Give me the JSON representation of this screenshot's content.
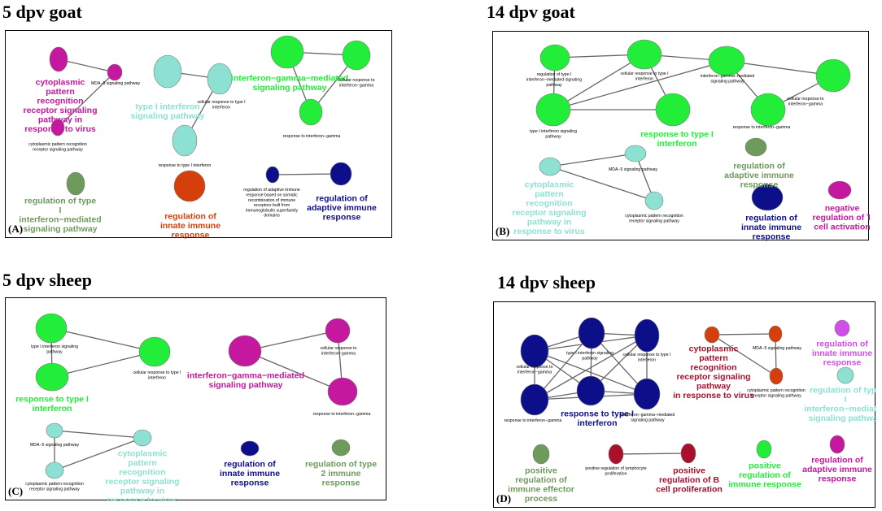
{
  "headings": {
    "a": "5 dpv goat",
    "b": "14 dpv goat",
    "c": "5 dpv sheep",
    "d": "14 dpv sheep"
  },
  "panels": {
    "a": {
      "tag": "(A)",
      "nodes": [
        {
          "id": "a1",
          "color": "#c4189e"
        },
        {
          "id": "a2",
          "color": "#c4189e"
        },
        {
          "id": "a3",
          "color": "#c4189e"
        },
        {
          "id": "a4",
          "color": "#8de1d2"
        },
        {
          "id": "a5",
          "color": "#8de1d2"
        },
        {
          "id": "a6",
          "color": "#8de1d2"
        },
        {
          "id": "a7",
          "color": "#22ee3a"
        },
        {
          "id": "a8",
          "color": "#22ee3a"
        },
        {
          "id": "a9",
          "color": "#22ee3a"
        },
        {
          "id": "a10",
          "color": "#6e9a5c"
        },
        {
          "id": "a11",
          "color": "#d43f0c"
        },
        {
          "id": "a12",
          "color": "#0d0f8a"
        },
        {
          "id": "a13",
          "color": "#0d0f8a"
        }
      ],
      "edges": [
        [
          "a1",
          "a2"
        ],
        [
          "a2",
          "a3"
        ],
        [
          "a4",
          "a5"
        ],
        [
          "a5",
          "a6"
        ],
        [
          "a7",
          "a8"
        ],
        [
          "a8",
          "a9"
        ],
        [
          "a7",
          "a9"
        ],
        [
          "a12",
          "a13"
        ]
      ],
      "labels": [
        {
          "text": "cytoplasmic\npattern\nrecognition\nreceptor signaling\npathway in\nresponse to virus",
          "color": "#c4189e",
          "big": true
        },
        {
          "text": "MDA−5 signaling pathway",
          "color": "#000",
          "big": false
        },
        {
          "text": "cytoplasmic pattern recognition\nreceptor signaling pathway",
          "color": "#000",
          "big": false
        },
        {
          "text": "type I interferon\nsignaling pathway",
          "color": "#8de1d2",
          "big": true
        },
        {
          "text": "cellular response to type I\ninterferon",
          "color": "#000",
          "big": false
        },
        {
          "text": "response to type I interferon",
          "color": "#000",
          "big": false
        },
        {
          "text": "interferon−gamma−mediated\nsignaling pathway",
          "color": "#22ee3a",
          "big": true
        },
        {
          "text": "cellular response to\ninterferon−gamma",
          "color": "#000",
          "big": false
        },
        {
          "text": "response to interferon−gamma",
          "color": "#000",
          "big": false
        },
        {
          "text": "regulation of type\nI\ninterferon−mediated\nsignaling pathway",
          "color": "#6e9a5c",
          "big": true
        },
        {
          "text": "regulation of\ninnate immune\nresponse",
          "color": "#d43f0c",
          "big": true
        },
        {
          "text": "regulation of adaptive immune\nresponse based on somatic\nrecombination of immune\nreceptors built from\nimmunoglobulin superfamily\ndomains",
          "color": "#000",
          "big": false
        },
        {
          "text": "regulation of\nadaptive immune\nresponse",
          "color": "#0d0f8a",
          "big": true
        }
      ]
    },
    "b": {
      "tag": "(B)",
      "nodes": [
        {
          "id": "b1",
          "color": "#22ee3a"
        },
        {
          "id": "b2",
          "color": "#22ee3a"
        },
        {
          "id": "b3",
          "color": "#22ee3a"
        },
        {
          "id": "b4",
          "color": "#22ee3a"
        },
        {
          "id": "b5",
          "color": "#22ee3a"
        },
        {
          "id": "b6",
          "color": "#22ee3a"
        },
        {
          "id": "b7",
          "color": "#22ee3a"
        },
        {
          "id": "b8",
          "color": "#8de1d2"
        },
        {
          "id": "b9",
          "color": "#8de1d2"
        },
        {
          "id": "b10",
          "color": "#8de1d2"
        },
        {
          "id": "b11",
          "color": "#6e9a5c"
        },
        {
          "id": "b12",
          "color": "#0d0f8a"
        },
        {
          "id": "b13",
          "color": "#c4189e"
        }
      ],
      "edges": [
        [
          "b1",
          "b2"
        ],
        [
          "b1",
          "b3"
        ],
        [
          "b2",
          "b3"
        ],
        [
          "b2",
          "b4"
        ],
        [
          "b2",
          "b5"
        ],
        [
          "b3",
          "b4"
        ],
        [
          "b3",
          "b5"
        ],
        [
          "b5",
          "b6"
        ],
        [
          "b5",
          "b7"
        ],
        [
          "b6",
          "b7"
        ],
        [
          "b8",
          "b9"
        ],
        [
          "b8",
          "b10"
        ],
        [
          "b9",
          "b10"
        ]
      ],
      "labels": [
        {
          "text": "regulation of type I\ninterferon−mediated signaling\npathway",
          "color": "#000",
          "big": false
        },
        {
          "text": "cellular response to type I\ninterferon",
          "color": "#000",
          "big": false
        },
        {
          "text": "type I interferon signaling\npathway",
          "color": "#000",
          "big": false
        },
        {
          "text": "response to type I\ninterferon",
          "color": "#22ee3a",
          "big": true
        },
        {
          "text": "interferon−gamma−mediated\nsignaling pathway",
          "color": "#000",
          "big": false
        },
        {
          "text": "cellular response to\ninterferon−gamma",
          "color": "#000",
          "big": false
        },
        {
          "text": "response to interferon−gamma",
          "color": "#000",
          "big": false
        },
        {
          "text": "cytoplasmic\npattern\nrecognition\nreceptor signaling\npathway in\nresponse to virus",
          "color": "#8de1d2",
          "big": true
        },
        {
          "text": "MDA−5 signaling pathway",
          "color": "#000",
          "big": false
        },
        {
          "text": "cytoplasmic pattern recognition\nreceptor signaling pathway",
          "color": "#000",
          "big": false
        },
        {
          "text": "regulation of\nadaptive immune\nresponse",
          "color": "#6e9a5c",
          "big": true
        },
        {
          "text": "regulation of\ninnate immune\nresponse",
          "color": "#0d0f8a",
          "big": true
        },
        {
          "text": "negative\nregulation of T\ncell activation",
          "color": "#c4189e",
          "big": true
        }
      ]
    },
    "c": {
      "tag": "(C)",
      "nodes": [
        {
          "id": "c1",
          "color": "#22ee3a"
        },
        {
          "id": "c2",
          "color": "#22ee3a"
        },
        {
          "id": "c3",
          "color": "#22ee3a"
        },
        {
          "id": "c4",
          "color": "#c4189e"
        },
        {
          "id": "c5",
          "color": "#c4189e"
        },
        {
          "id": "c6",
          "color": "#c4189e"
        },
        {
          "id": "c7",
          "color": "#8de1d2"
        },
        {
          "id": "c8",
          "color": "#8de1d2"
        },
        {
          "id": "c9",
          "color": "#8de1d2"
        },
        {
          "id": "c10",
          "color": "#0d0f8a"
        },
        {
          "id": "c11",
          "color": "#6e9a5c"
        }
      ],
      "edges": [
        [
          "c1",
          "c2"
        ],
        [
          "c1",
          "c3"
        ],
        [
          "c2",
          "c3"
        ],
        [
          "c4",
          "c5"
        ],
        [
          "c4",
          "c6"
        ],
        [
          "c5",
          "c6"
        ],
        [
          "c7",
          "c8"
        ],
        [
          "c8",
          "c9"
        ],
        [
          "c7",
          "c9"
        ]
      ],
      "labels": [
        {
          "text": "type I interferon signaling\npathway",
          "color": "#000",
          "big": false
        },
        {
          "text": "cellular response to type I\ninterferon",
          "color": "#000",
          "big": false
        },
        {
          "text": "response to type I\ninterferon",
          "color": "#22ee3a",
          "big": true
        },
        {
          "text": "interferon−gamma−mediated\nsignaling pathway",
          "color": "#c4189e",
          "big": true
        },
        {
          "text": "cellular response to\ninterferon−gamma",
          "color": "#000",
          "big": false
        },
        {
          "text": "response to interferon−gamma",
          "color": "#000",
          "big": false
        },
        {
          "text": "MDA−5 signaling pathway",
          "color": "#000",
          "big": false
        },
        {
          "text": "cytoplasmic\npattern\nrecognition\nreceptor signaling\npathway in\nresponse to virus",
          "color": "#8de1d2",
          "big": true
        },
        {
          "text": "cytoplasmic pattern recognition\nreceptor signaling pathway",
          "color": "#000",
          "big": false
        },
        {
          "text": "regulation of\ninnate immune\nresponse",
          "color": "#0d0f8a",
          "big": true
        },
        {
          "text": "regulation of type\n2 immune\nresponse",
          "color": "#6e9a5c",
          "big": true
        }
      ]
    },
    "d": {
      "tag": "(D)",
      "nodes": [
        {
          "id": "d1",
          "color": "#0d0f8a"
        },
        {
          "id": "d2",
          "color": "#0d0f8a"
        },
        {
          "id": "d3",
          "color": "#0d0f8a"
        },
        {
          "id": "d4",
          "color": "#0d0f8a"
        },
        {
          "id": "d5",
          "color": "#0d0f8a"
        },
        {
          "id": "d6",
          "color": "#0d0f8a"
        },
        {
          "id": "d7",
          "color": "#d43f0c"
        },
        {
          "id": "d8",
          "color": "#d43f0c"
        },
        {
          "id": "d9",
          "color": "#d43f0c"
        },
        {
          "id": "d10",
          "color": "#d24ee8"
        },
        {
          "id": "d11",
          "color": "#8de1d2"
        },
        {
          "id": "d12",
          "color": "#6e9a5c"
        },
        {
          "id": "d13",
          "color": "#a8102c"
        },
        {
          "id": "d14",
          "color": "#a8102c"
        },
        {
          "id": "d15",
          "color": "#22ee3a"
        },
        {
          "id": "d16",
          "color": "#c4189e"
        }
      ],
      "edges": [
        [
          "d1",
          "d2"
        ],
        [
          "d1",
          "d3"
        ],
        [
          "d1",
          "d4"
        ],
        [
          "d1",
          "d5"
        ],
        [
          "d1",
          "d6"
        ],
        [
          "d2",
          "d3"
        ],
        [
          "d2",
          "d4"
        ],
        [
          "d2",
          "d5"
        ],
        [
          "d2",
          "d6"
        ],
        [
          "d3",
          "d4"
        ],
        [
          "d3",
          "d5"
        ],
        [
          "d3",
          "d6"
        ],
        [
          "d4",
          "d5"
        ],
        [
          "d4",
          "d6"
        ],
        [
          "d5",
          "d6"
        ],
        [
          "d7",
          "d8"
        ],
        [
          "d7",
          "d9"
        ],
        [
          "d8",
          "d9"
        ],
        [
          "d13",
          "d14"
        ]
      ],
      "labels": [
        {
          "text": "cellular response to\ninterferon−gamma",
          "color": "#000",
          "big": false
        },
        {
          "text": "type I interferon signaling\npathway",
          "color": "#000",
          "big": false
        },
        {
          "text": "cellular response to type I\ninterferon",
          "color": "#000",
          "big": false
        },
        {
          "text": "response to interferon−gamma",
          "color": "#000",
          "big": false
        },
        {
          "text": "response to type I\ninterferon",
          "color": "#0d0f8a",
          "big": true
        },
        {
          "text": "interferon−gamma−mediated\nsignaling pathway",
          "color": "#000",
          "big": false
        },
        {
          "text": "cytoplasmic\npattern\nrecognition\nreceptor signaling\npathway\nin response to virus",
          "color": "#a8102c",
          "big": true
        },
        {
          "text": "MDA−5 signaling pathway",
          "color": "#000",
          "big": false
        },
        {
          "text": "cytoplasmic pattern recognition\nreceptor signaling pathway",
          "color": "#000",
          "big": false
        },
        {
          "text": "regulation of\ninnate immune\nresponse",
          "color": "#d24ee8",
          "big": true
        },
        {
          "text": "regulation of type\nI\ninterferon−mediated\nsignaling pathway",
          "color": "#8de1d2",
          "big": true
        },
        {
          "text": "positive\nregulation of\nimmune effector\nprocess",
          "color": "#6e9a5c",
          "big": true
        },
        {
          "text": "positive regulation of lymphocyte\nproliferation",
          "color": "#000",
          "big": false
        },
        {
          "text": "positive\nregulation of B\ncell proliferation",
          "color": "#a8102c",
          "big": true
        },
        {
          "text": "positive\nregulation of\nimmune response",
          "color": "#22ee3a",
          "big": true
        },
        {
          "text": "regulation of\nadaptive immune\nresponse",
          "color": "#c4189e",
          "big": true
        }
      ]
    }
  }
}
